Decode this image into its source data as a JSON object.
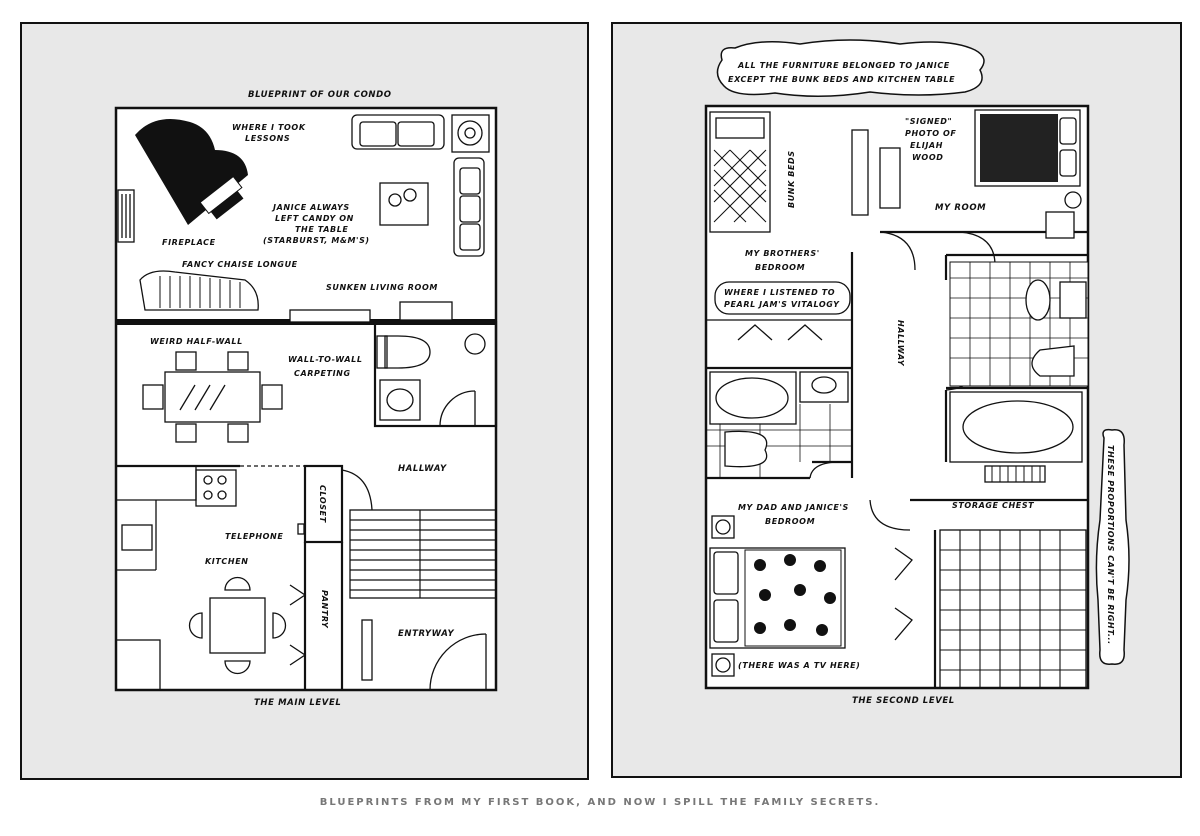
{
  "caption": "BLUEPRINTS FROM MY FIRST BOOK, AND NOW I SPILL THE FAMILY SECRETS.",
  "main_level": {
    "title": "BLUEPRINT OF OUR CONDO",
    "footer": "THE MAIN LEVEL",
    "labels": {
      "piano_1": "WHERE I TOOK",
      "piano_2": "LESSONS",
      "fireplace": "FIREPLACE",
      "candy_1": "JANICE ALWAYS",
      "candy_2": "LEFT CANDY ON",
      "candy_3": "THE TABLE",
      "candy_4": "(STARBURST, M&M'S)",
      "chaise": "FANCY CHAISE LONGUE",
      "sunken": "SUNKEN LIVING ROOM",
      "halfwall": "WEIRD HALF-WALL",
      "carpet_1": "WALL-TO-WALL",
      "carpet_2": "CARPETING",
      "hallway": "HALLWAY",
      "closet": "CLOSET",
      "telephone": "TELEPHONE",
      "kitchen": "KITCHEN",
      "pantry": "PANTRY",
      "entryway": "ENTRYWAY"
    }
  },
  "second_level": {
    "note_1": "ALL THE FURNITURE BELONGED TO JANICE",
    "note_2": "EXCEPT THE BUNK BEDS AND KITCHEN TABLE",
    "footer": "THE SECOND LEVEL",
    "side_note": "THESE PROPORTIONS CAN'T BE RIGHT...",
    "labels": {
      "bunk": "BUNK BEDS",
      "signed_1": "\"SIGNED\"",
      "signed_2": "PHOTO OF",
      "signed_3": "ELIJAH",
      "signed_4": "WOOD",
      "my_room": "MY ROOM",
      "brothers_1": "MY BROTHERS'",
      "brothers_2": "BEDROOM",
      "pearl_1": "WHERE I LISTENED TO",
      "pearl_2": "PEARL JAM'S VITALOGY",
      "hallway": "HALLWAY",
      "chest": "STORAGE CHEST",
      "dad_1": "MY DAD AND JANICE'S",
      "dad_2": "BEDROOM",
      "tv": "(THERE WAS A TV HERE)"
    }
  }
}
